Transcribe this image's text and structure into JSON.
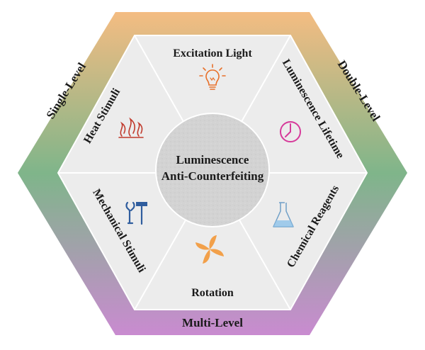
{
  "center": {
    "line1": "Luminescence",
    "line2": "Anti-Counterfeiting"
  },
  "levels": {
    "single": "Single-Level",
    "double": "Double-Level",
    "multi": "Multi-Level"
  },
  "segments": [
    {
      "id": "excitation",
      "label": "Excitation Light",
      "icon": "lightbulb-icon"
    },
    {
      "id": "lifetime",
      "label": "Luminescence Lifetime",
      "icon": "clock-icon"
    },
    {
      "id": "chemical",
      "label": "Chemical Reagents",
      "icon": "flask-icon"
    },
    {
      "id": "rotation",
      "label": "Rotation",
      "icon": "pinwheel-icon"
    },
    {
      "id": "mechanical",
      "label": "Mechanical Stimuli",
      "icon": "wrench-hammer-icon"
    },
    {
      "id": "heat",
      "label": "Heat Stimuli",
      "icon": "flame-icon"
    }
  ],
  "colors": {
    "top_gradient": "#f4bc82",
    "middle_gradient": "#7fb58a",
    "bottom_gradient": "#c98bd0",
    "inner_fill": "#ececec",
    "circle_fill": "#d3d3d3",
    "lightbulb_icon": "#e8702a",
    "clock_icon": "#d63a9a",
    "flask_icon": "#8fc3ea",
    "pinwheel_icon": "#f2a04a",
    "tools_icon": "#2f5d9e",
    "flame_icon": "#c0392b"
  }
}
